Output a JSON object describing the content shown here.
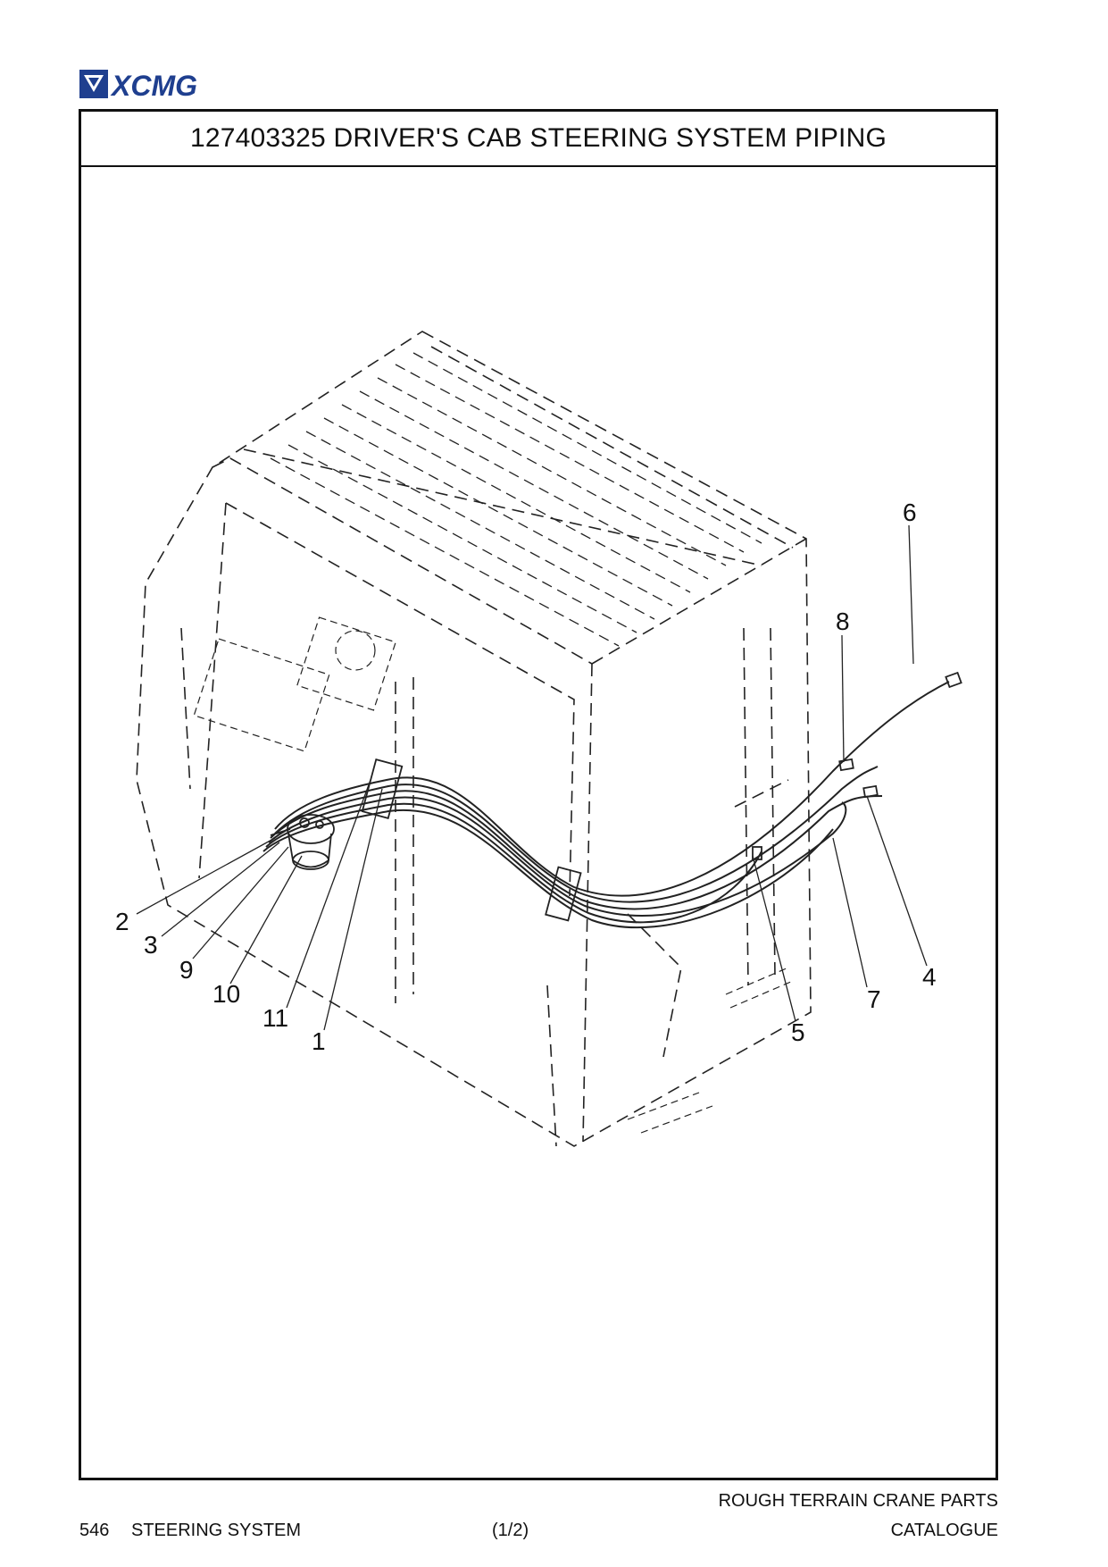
{
  "brand": {
    "logo_text": "XCMG",
    "color": "#1f3f8f"
  },
  "diagram": {
    "title": "127403325 DRIVER'S CAB STEERING SYSTEM PIPING",
    "callouts": {
      "c1": "1",
      "c2": "2",
      "c3": "3",
      "c4": "4",
      "c5": "5",
      "c6": "6",
      "c7": "7",
      "c8": "8",
      "c9": "9",
      "c10": "10",
      "c11": "11"
    }
  },
  "footer": {
    "page_number": "546",
    "section": "STEERING SYSTEM",
    "sheet": "(1/2)",
    "catalogue_line1": "ROUGH TERRAIN CRANE PARTS",
    "catalogue_line2": "CATALOGUE"
  }
}
